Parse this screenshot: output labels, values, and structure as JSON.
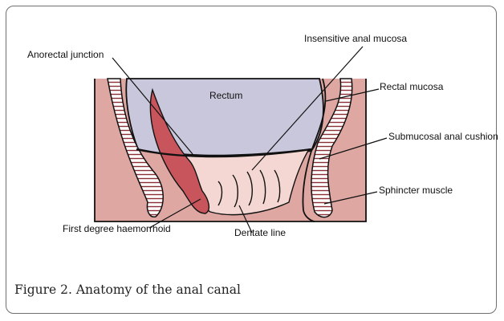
{
  "figure": {
    "caption": "Figure 2. Anatomy of the anal canal",
    "labels": {
      "rectum": "Rectum",
      "anorectal_junction": "Anorectal junction",
      "insensitive_anal_mucosa": "Insensitive anal mucosa",
      "rectal_mucosa": "Rectal mucosa",
      "submucosal_anal_cushion": "Submucosal anal cushion",
      "sphincter_muscle": "Sphincter muscle",
      "first_degree_haemorrhoid": "First degree haemorrhoid",
      "dentate_line": "Dentate line"
    },
    "colors": {
      "tissue": "#dea7a2",
      "rectum": "#c9c7db",
      "anal_mucosa": "#f4d7d2",
      "haemorrhoid": "#c8555c",
      "muscle": "#ffffff",
      "outline": "#111111",
      "border": "#6f6f6f"
    }
  }
}
